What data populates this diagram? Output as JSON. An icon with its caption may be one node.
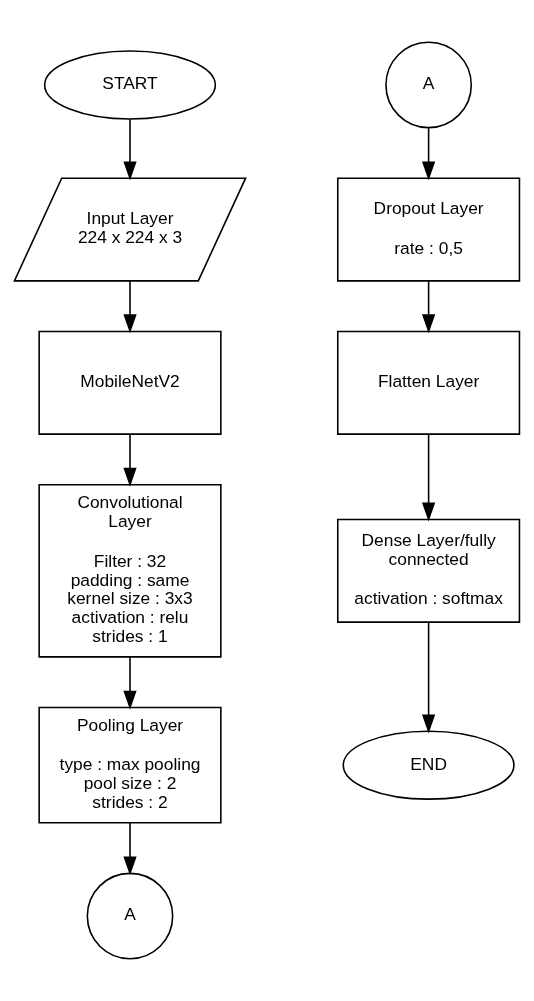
{
  "diagram": {
    "nodes": [
      {
        "text": [
          "START"
        ]
      },
      {
        "text": [
          "Input Layer 224 x 224 x 3"
        ]
      },
      {
        "text": [
          "MobileNetV2"
        ]
      },
      {
        "text": [
          "Convolutional Layer",
          "Filter : 32 padding : same kernel size : 3x3 activation : relu strides : 1"
        ]
      },
      {
        "text": [
          "Pooling Layer",
          "type : max pooling pool size : 2 strides : 2"
        ]
      },
      {
        "text": [
          "A"
        ]
      },
      {
        "text": [
          "A"
        ]
      },
      {
        "text": [
          "Dropout Layer",
          "rate : 0,5"
        ]
      },
      {
        "text": [
          "Flatten Layer"
        ]
      },
      {
        "text": [
          "Dense Layer/fully connected",
          "activation : softmax"
        ]
      },
      {
        "text": [
          "END"
        ]
      }
    ],
    "edges": [
      {
        "from": 0,
        "to": 1,
        "arrow": "to"
      },
      {
        "from": 1,
        "to": 2,
        "arrow": "to"
      },
      {
        "from": 2,
        "to": 3,
        "arrow": "to"
      },
      {
        "from": 3,
        "to": 4,
        "arrow": "to"
      },
      {
        "from": 4,
        "to": 5,
        "arrow": "to"
      },
      {
        "from": 6,
        "to": 7,
        "arrow": "to"
      },
      {
        "from": 7,
        "to": 8,
        "arrow": "to"
      },
      {
        "from": 8,
        "to": 9,
        "arrow": "to"
      },
      {
        "from": 9,
        "to": 10,
        "arrow": "to"
      }
    ]
  }
}
